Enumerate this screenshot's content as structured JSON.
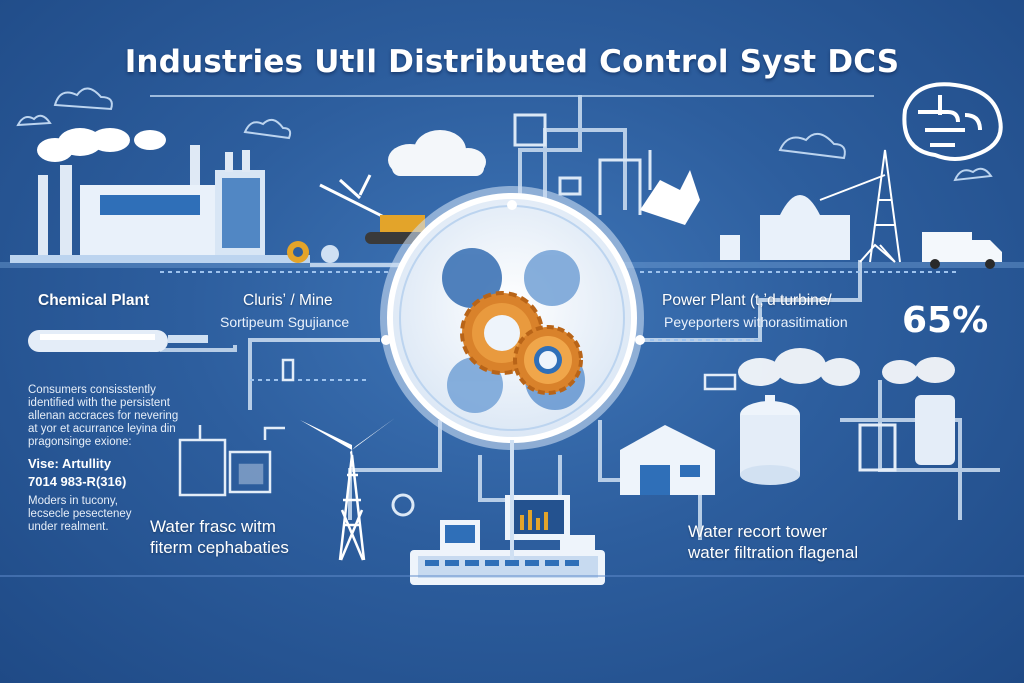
{
  "title": "Industries UtIl Distributed Control Syst DCS",
  "labels": {
    "chemical_plant": "Chemical Plant",
    "mine_line1": "Clurisʼ / Mine",
    "mine_line2": "Sortipeum Sgujiance",
    "power_plant_line1": "Power Plant (t,ʼd turbine/",
    "power_plant_line2": "Peyeporters withorasitimation",
    "percent": "65%",
    "water_left_line1": "Water frasc witm",
    "water_left_line2": "fiterm cephabaties",
    "water_right_line1": "Water recort tower",
    "water_right_line2": "water filtration flagenal"
  },
  "left_text": {
    "para_lines": [
      "Consumers consisstently",
      "identified with the persistent",
      "allenan accraces for nevering",
      "at yor et acurrance leyina din",
      "pragonsinge exione:"
    ],
    "vise_line1": "Vise: Artullity",
    "vise_line2": "7014 983-R(316)",
    "modes_lines": [
      "Moders in tucony,",
      "lecsecle pesecteney",
      "under realment."
    ]
  },
  "colors": {
    "bg_dark": "#1f4a86",
    "bg_mid": "#2d5e9e",
    "gear_orange": "#d9822b",
    "hub_light": "#eef4fb",
    "pipe": "#cfe0f3"
  },
  "icons": [
    "factory-icon",
    "crane-icon",
    "cloud-icon",
    "brain-icon",
    "gear-icon",
    "wind-turbine-icon",
    "transmission-tower-icon",
    "truck-icon",
    "warehouse-icon",
    "tank-icon",
    "control-console-icon",
    "monitor-icon"
  ]
}
